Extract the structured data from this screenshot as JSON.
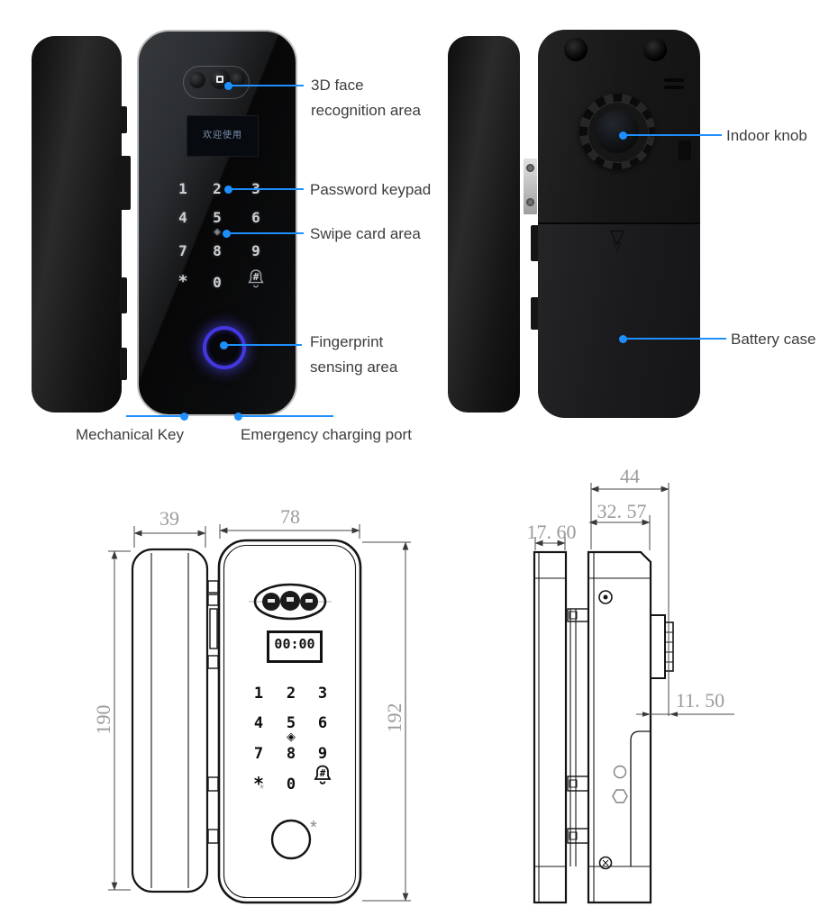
{
  "front_view": {
    "screen_text": "欢迎使用",
    "keys": [
      "1",
      "2",
      "3",
      "4",
      "5",
      "6",
      "7",
      "8",
      "9",
      "*",
      "0",
      "#"
    ],
    "callouts": {
      "face_line1": "3D face",
      "face_line2": "recognition area",
      "keypad": "Password keypad",
      "card": "Swipe card area",
      "fp_line1": "Fingerprint",
      "fp_line2": "sensing area",
      "mechanical_key": "Mechanical Key",
      "charging_port": "Emergency charging port"
    }
  },
  "back_view": {
    "callouts": {
      "indoor_knob": "Indoor knob",
      "battery_case": "Battery case"
    }
  },
  "drawing": {
    "display_text": "00:00",
    "keys": [
      "1",
      "2",
      "3",
      "4",
      "5",
      "6",
      "7",
      "8",
      "9",
      "*",
      "0",
      "#"
    ],
    "dims": {
      "rail_width": "39",
      "body_width": "78",
      "rail_height": "190",
      "body_height": "192",
      "side_total_width": "44",
      "side_body_width": "32. 57",
      "side_glass_width": "17. 60",
      "knob_protrusion": "11. 50"
    }
  },
  "colors": {
    "callout_blue": "#1e8fff",
    "dim_text_gray": "#9b9b9b",
    "fingerprint_ring": "#4338e0",
    "drawing_line": "#151515"
  }
}
